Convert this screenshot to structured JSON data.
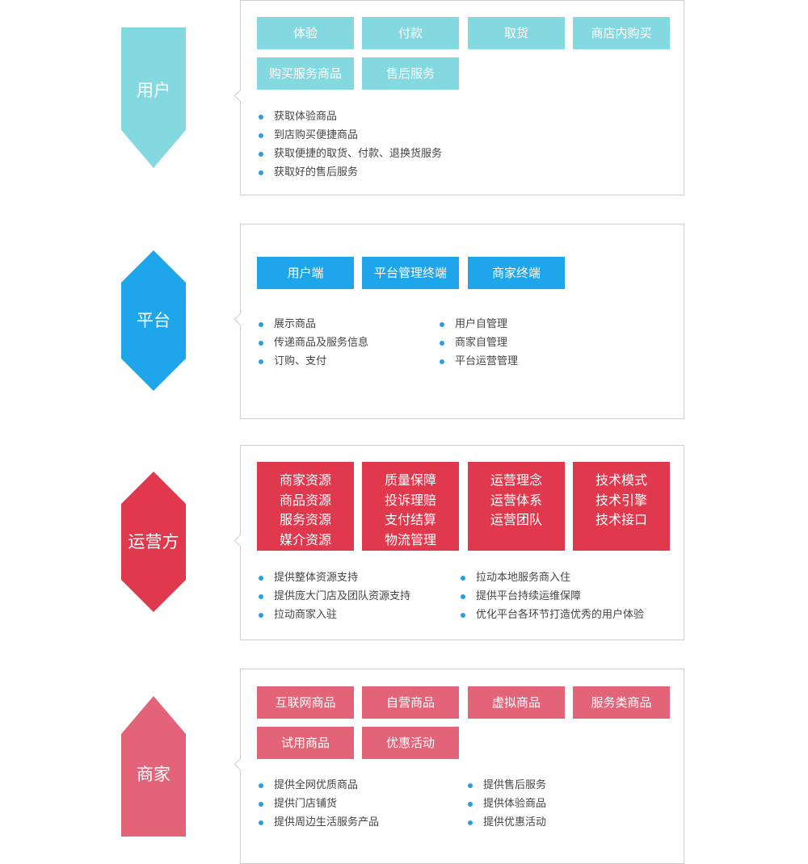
{
  "colors": {
    "user": "#84d8e0",
    "platform": "#1fa5ea",
    "operator": "#e0384c",
    "merchant": "#e36478",
    "bullet": "#2b9de0",
    "panel_border": "#cfcfcf"
  },
  "user": {
    "label": "用户",
    "tags": [
      "体验",
      "付款",
      "取货",
      "商店内购买",
      "购买服务商品",
      "售后服务"
    ],
    "bullets": [
      "获取体验商品",
      "到店购买便捷商品",
      "获取便捷的取货、付款、退换货服务",
      "获取好的售后服务"
    ]
  },
  "platform": {
    "label": "平台",
    "tags": [
      "用户端",
      "平台管理终端",
      "商家终端"
    ],
    "bullets_left": [
      "展示商品",
      "传递商品及服务信息",
      "订购、支付"
    ],
    "bullets_right": [
      "用户自管理",
      "商家自管理",
      "平台运营管理"
    ]
  },
  "operator": {
    "label": "运营方",
    "tags": [
      [
        "商家资源",
        "商品资源",
        "服务资源",
        "媒介资源"
      ],
      [
        "质量保障",
        "投诉理赔",
        "支付结算",
        "物流管理"
      ],
      [
        "运营理念",
        "运营体系",
        "运营团队"
      ],
      [
        "技术模式",
        "技术引擎",
        "技术接口"
      ]
    ],
    "bullets_left": [
      "提供整体资源支持",
      "提供庞大门店及团队资源支持",
      "拉动商家入驻"
    ],
    "bullets_right": [
      "拉动本地服务商入住",
      "提供平台持续运维保障",
      "优化平台各环节打造优秀的用户体验"
    ]
  },
  "merchant": {
    "label": "商家",
    "tags": [
      "互联网商品",
      "自营商品",
      "虚拟商品",
      "服务类商品",
      "试用商品",
      "优惠活动"
    ],
    "bullets_left": [
      "提供全网优质商品",
      "提供门店铺货",
      "提供周边生活服务产品"
    ],
    "bullets_right": [
      "提供售后服务",
      "提供体验商品",
      "提供优惠活动"
    ]
  }
}
